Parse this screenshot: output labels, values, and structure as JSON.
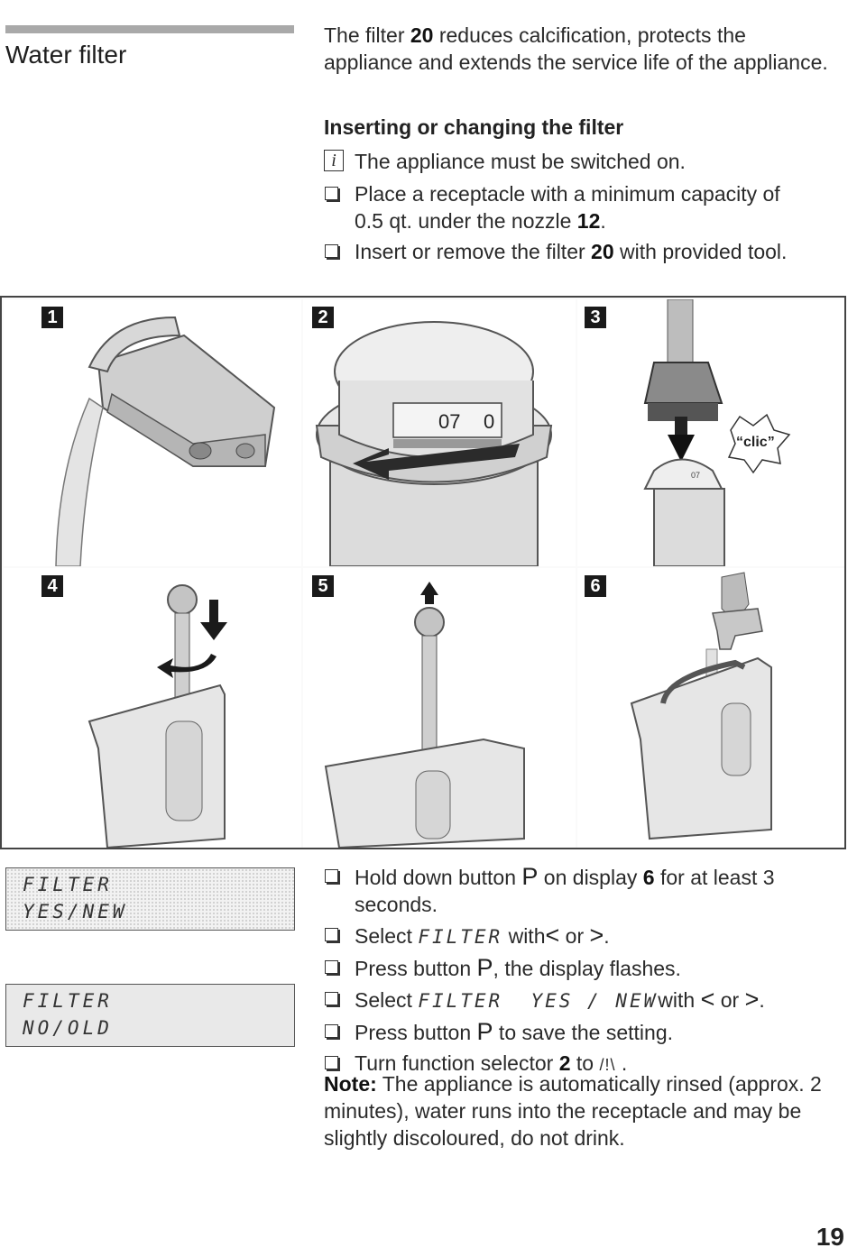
{
  "section": {
    "title": "Water filter"
  },
  "intro": {
    "t1": "The filter ",
    "n1": "20",
    "t2": " reduces calcification, protects the appliance and extends the service life of the appliance."
  },
  "inserting": {
    "heading": "Inserting or changing the filter",
    "info_icon": "i",
    "info": "The appliance must be switched on.",
    "b1_t1": "Place a receptacle with a minimum capacity of 0.5 qt. under the nozzle ",
    "b1_n": "12",
    "b1_t2": ".",
    "b2_t1": "Insert or remove the filter ",
    "b2_n": "20",
    "b2_t2": " with provided tool."
  },
  "figure": {
    "steps": [
      "1",
      "2",
      "3",
      "4",
      "5",
      "6"
    ],
    "dial_text": "07",
    "dial_text_2": "0",
    "click_label": "“clic”",
    "small_dial": "07"
  },
  "displays": [
    {
      "line1": "FILTER",
      "line2": "YES/NEW"
    },
    {
      "line1": "FILTER",
      "line2": "NO/OLD"
    }
  ],
  "steps_list": {
    "s1_t1": "Hold down button ",
    "s1_key": "P",
    "s1_t2": " on display ",
    "s1_n": "6",
    "s1_t3": " for at least 3 seconds.",
    "s2_t1": "Select ",
    "s2_seg": "FILTER",
    "s2_t2": " with",
    "s2_k1": "<",
    "s2_or": " or ",
    "s2_k2": ">",
    "s2_t3": ".",
    "s3_t1": "Press button ",
    "s3_key": "P",
    "s3_t2": ", the display flashes.",
    "s4_t1": "Select ",
    "s4_seg": "FILTER  YES / NEW",
    "s4_t2": "with ",
    "s4_k1": "<",
    "s4_or": " or ",
    "s4_k2": ">",
    "s4_t3": ".",
    "s5_t1": "Press button ",
    "s5_key": "P",
    "s5_t2": " to save the setting.",
    "s6_t1": "Turn function selector ",
    "s6_n": "2",
    "s6_t2": " to ",
    "s6_sym": "/!\\",
    "s6_t3": " ."
  },
  "note": {
    "label": "Note:",
    "text": " The appliance is automatically rinsed (approx. 2 minutes), water runs into the receptacle and may be slightly discoloured, do not drink."
  },
  "page_number": "19"
}
